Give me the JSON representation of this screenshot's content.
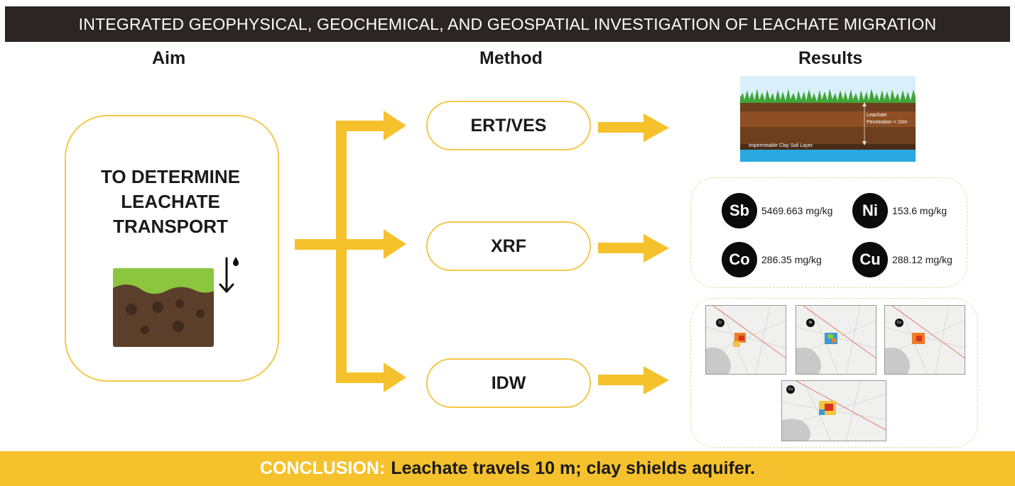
{
  "title": "INTEGRATED GEOPHYSICAL, GEOCHEMICAL, AND GEOSPATIAL INVESTIGATION OF LEACHATE MIGRATION",
  "columns": {
    "aim": "Aim",
    "method": "Method",
    "results": "Results"
  },
  "aim": {
    "lines": [
      "TO DETERMINE",
      "LEACHATE",
      "TRANSPORT"
    ],
    "icons": [
      "soil-block-icon",
      "leachate-drop-down-arrow-icon"
    ]
  },
  "methods": [
    "ERT/VES",
    "XRF",
    "IDW"
  ],
  "results": {
    "profile": {
      "annotation_line1": "Leachate",
      "annotation_line2": "Penetration = 10m",
      "layer_label": "Impermeable Clay Soil Layer."
    },
    "metals": [
      {
        "symbol": "Sb",
        "value": "5469.663 mg/kg"
      },
      {
        "symbol": "Ni",
        "value": "153.6 mg/kg"
      },
      {
        "symbol": "Co",
        "value": "286.35 mg/kg"
      },
      {
        "symbol": "Cu",
        "value": "288.12 mg/kg"
      }
    ],
    "maps": [
      {
        "badge": "Cr"
      },
      {
        "badge": "Ni"
      },
      {
        "badge": "Co"
      },
      {
        "badge": "Cu"
      }
    ]
  },
  "conclusion": {
    "label": "CONCLUSION:",
    "text": "Leachate travels 10 m; clay shields aquifer."
  },
  "colors": {
    "accent_yellow": "#f5c12d",
    "title_bg": "#2b2523",
    "grass": "#8cc63f",
    "soil": "#5b3f2a",
    "water": "#29a9e0"
  }
}
